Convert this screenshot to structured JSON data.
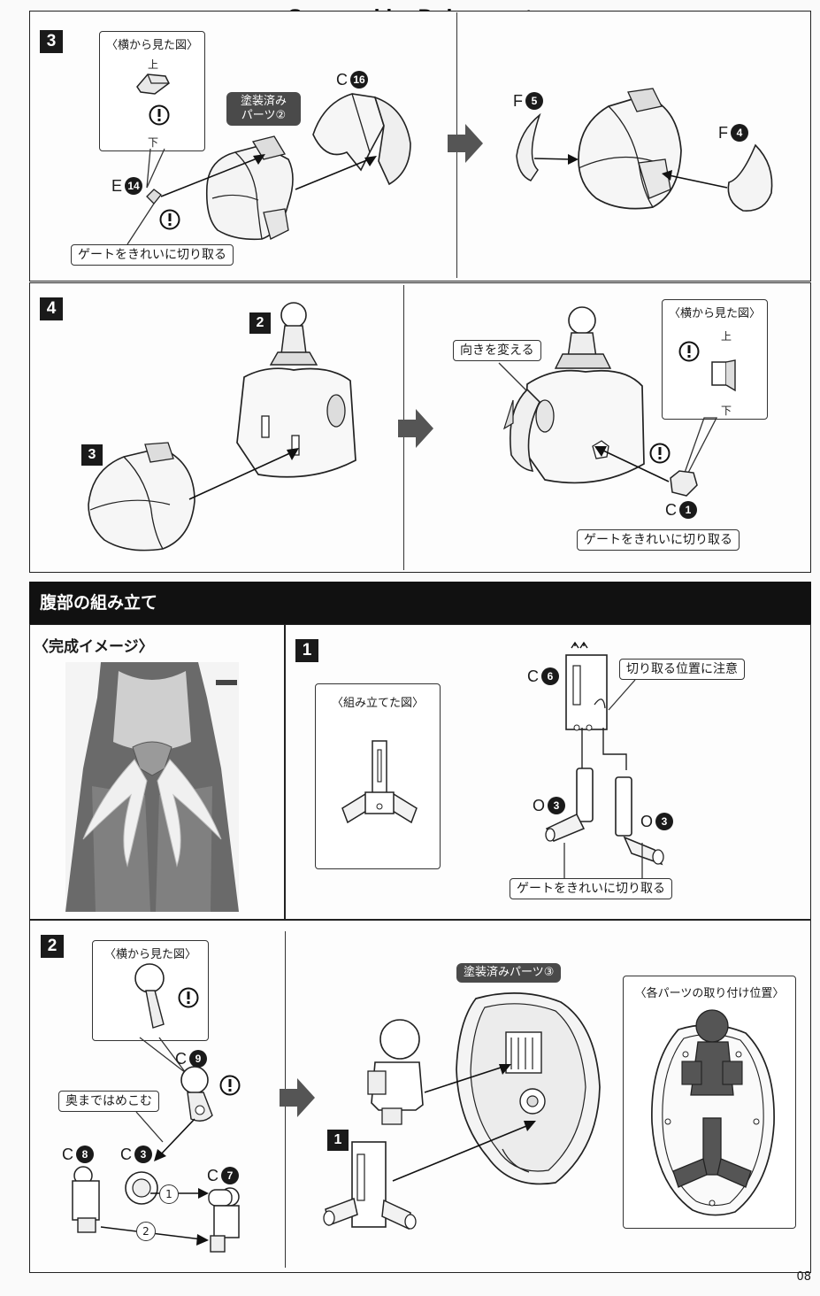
{
  "watermark": "Scanned by Dalong.net",
  "step3": {
    "number": "3",
    "side_view_title": "〈横から見た図〉",
    "up": "上",
    "down": "下",
    "painted_tag": "塗装済み\nパーツ②",
    "gate_note": "ゲートをきれいに切り取る",
    "part_e": {
      "letter": "E",
      "num": "14"
    },
    "part_c": {
      "letter": "C",
      "num": "16"
    },
    "part_f5": {
      "letter": "F",
      "num": "5"
    },
    "part_f4": {
      "letter": "F",
      "num": "4"
    }
  },
  "step4": {
    "number": "4",
    "sub_a": "2",
    "sub_b": "3",
    "turn_note": "向きを変える",
    "side_view_title": "〈横から見た図〉",
    "up": "上",
    "down": "下",
    "gate_note": "ゲートをきれいに切り取る",
    "part_c": {
      "letter": "C",
      "num": "1"
    }
  },
  "section_title": "腹部の組み立て",
  "complete_image_label": "〈完成イメージ〉",
  "abd1": {
    "number": "1",
    "assembled_title": "〈組み立てた図〉",
    "cut_note": "切り取る位置に注意",
    "gate_note": "ゲートをきれいに切り取る",
    "part_c6": {
      "letter": "C",
      "num": "6"
    },
    "part_o3a": {
      "letter": "O",
      "num": "3"
    },
    "part_o3b": {
      "letter": "O",
      "num": "3"
    }
  },
  "abd2": {
    "number": "2",
    "side_view_title": "〈横から見た図〉",
    "insert_note": "奥まではめこむ",
    "painted_tag": "塗装済みパーツ③",
    "positions_title": "〈各パーツの取り付け位置〉",
    "sub_a": "1",
    "order_1": "1",
    "order_2": "2",
    "part_c9": {
      "letter": "C",
      "num": "9"
    },
    "part_c8": {
      "letter": "C",
      "num": "8"
    },
    "part_c3": {
      "letter": "C",
      "num": "3"
    },
    "part_c7": {
      "letter": "C",
      "num": "7"
    }
  },
  "page_number": "08"
}
